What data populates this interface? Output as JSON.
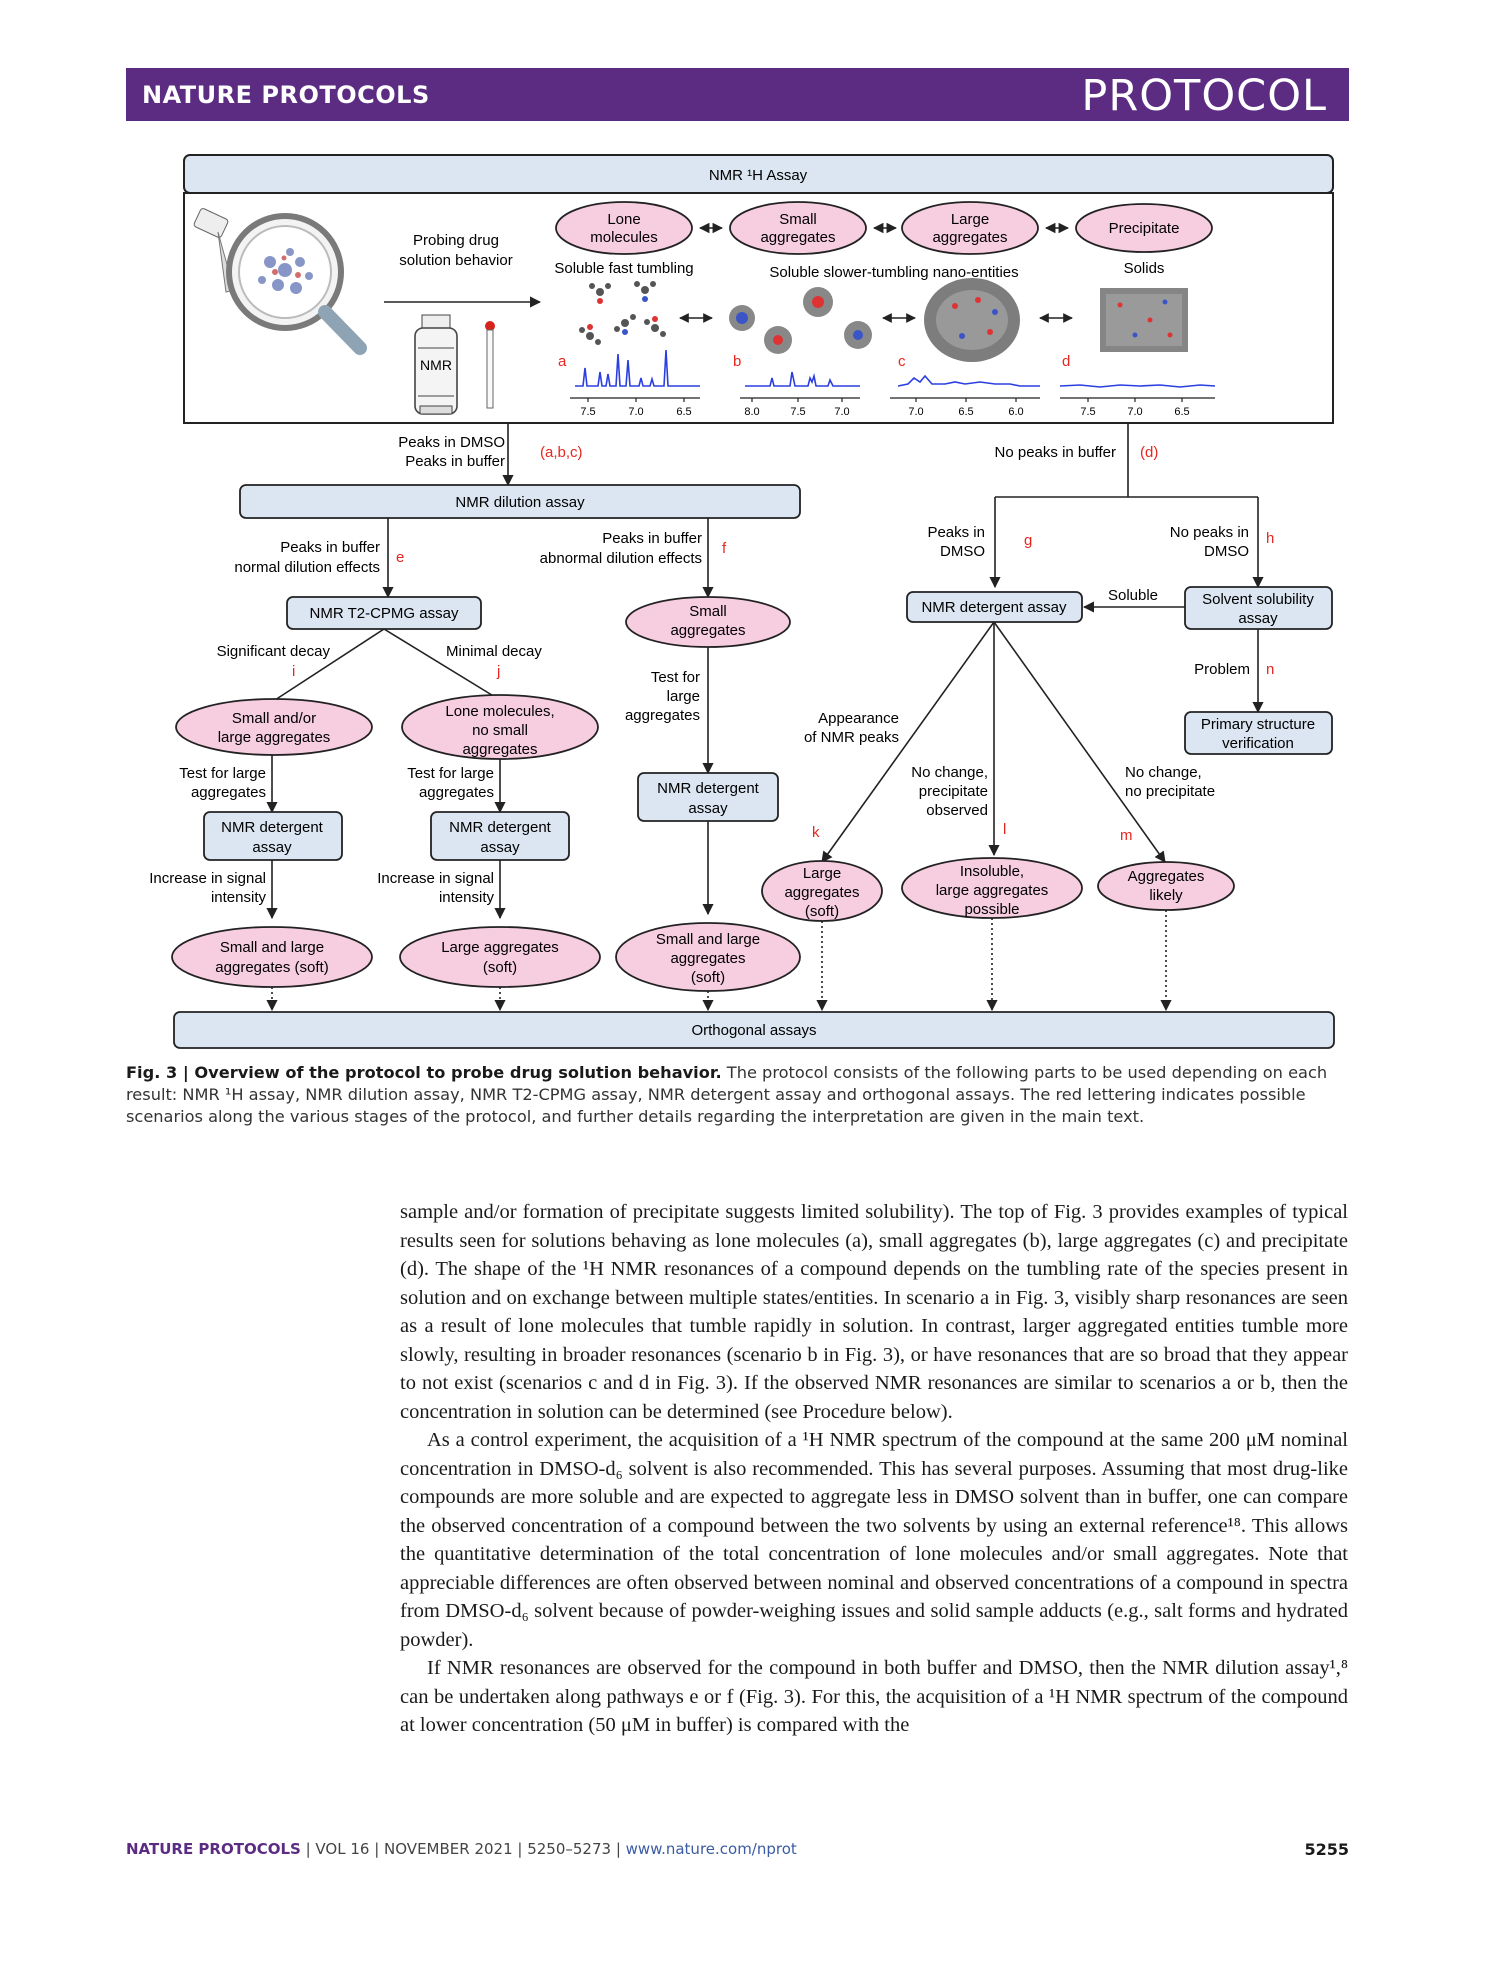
{
  "header": {
    "journal": "NATURE PROTOCOLS",
    "section": "PROTOCOL"
  },
  "figure": {
    "top_title": "NMR ¹H Assay",
    "probing_line1": "Probing drug",
    "probing_line2": "solution behavior",
    "nmr_label": "NMR",
    "state_lone_1": "Lone",
    "state_lone_2": "molecules",
    "state_small_1": "Small",
    "state_small_2": "aggregates",
    "state_large_1": "Large",
    "state_large_2": "aggregates",
    "state_precip": "Precipitate",
    "sub_fast": "Soluble fast tumbling",
    "sub_slow": "Soluble slower-tumbling nano-entities",
    "sub_solids": "Solids",
    "spec_a": "a",
    "spec_b": "b",
    "spec_c": "c",
    "spec_d": "d",
    "ticks_a": [
      "7.5",
      "7.0",
      "6.5"
    ],
    "ticks_b": [
      "8.0",
      "7.5",
      "7.0"
    ],
    "ticks_c": [
      "7.0",
      "6.5",
      "6.0"
    ],
    "ticks_d": [
      "7.5",
      "7.0",
      "6.5"
    ],
    "peaks_dmso": "Peaks in DMSO",
    "peaks_buffer": "Peaks in buffer",
    "abc": "(a,b,c)",
    "no_peaks_buffer": "No peaks in buffer",
    "d_label": "(d)",
    "dilution_assay": "NMR dilution assay",
    "normal_1": "Peaks in buffer",
    "normal_2": "normal dilution effects",
    "e": "e",
    "abnormal_1": "Peaks in buffer",
    "abnormal_2": "abnormal dilution effects",
    "f": "f",
    "g_1": "Peaks in",
    "g_2": "DMSO",
    "g": "g",
    "h_1": "No peaks in",
    "h_2": "DMSO",
    "h": "h",
    "t2": "NMR T2-CPMG assay",
    "small_agg_1": "Small",
    "small_agg_2": "aggregates",
    "detergent_top": "NMR detergent assay",
    "soluble": "Soluble",
    "solvent_1": "Solvent solubility",
    "solvent_2": "assay",
    "sig_decay": "Significant decay",
    "i": "i",
    "min_decay": "Minimal decay",
    "j": "j",
    "test_large_1": "Test for",
    "test_large_2": "large",
    "test_large_3": "aggregates",
    "problem": "Problem",
    "n": "n",
    "primary_1": "Primary structure",
    "primary_2": "verification",
    "sl_1": "Small and/or",
    "sl_2": "large aggregates",
    "lone_ns_1": "Lone molecules,",
    "lone_ns_2": "no small",
    "lone_ns_3": "aggregates",
    "appear_1": "Appearance",
    "appear_2": "of NMR peaks",
    "nochange_p_1": "No change,",
    "nochange_p_2": "precipitate",
    "nochange_p_3": "observed",
    "nochange_np_1": "No change,",
    "nochange_np_2": "no precipitate",
    "tfl_1": "Test for large",
    "tfl_2": "aggregates",
    "det_1": "NMR detergent",
    "det_2": "assay",
    "k": "k",
    "l": "l",
    "m": "m",
    "inc_1": "Increase in signal",
    "inc_2": "intensity",
    "la_soft_1": "Large",
    "la_soft_2": "aggregates",
    "la_soft_3": "(soft)",
    "insol_1": "Insoluble,",
    "insol_2": "large aggregates",
    "insol_3": "possible",
    "agg_likely_1": "Aggregates",
    "agg_likely_2": "likely",
    "sal_soft_1": "Small and large",
    "sal_soft_2": "aggregates (soft)",
    "large_soft_1": "Large aggregates",
    "large_soft_2": "(soft)",
    "sala_1": "Small and large",
    "sala_2": "aggregates",
    "sala_3": "(soft)",
    "orthogonal": "Orthogonal assays"
  },
  "caption": {
    "label": "Fig. 3 | Overview of the protocol to probe drug solution behavior.",
    "text": " The protocol consists of the following parts to be used depending on each result: NMR ¹H assay, NMR dilution assay, NMR T2-CPMG assay, NMR detergent assay and orthogonal assays. The red lettering indicates possible scenarios along the various stages of the protocol, and further details regarding the interpretation are given in the main text."
  },
  "body": {
    "p1": "sample and/or formation of precipitate suggests limited solubility). The top of Fig. 3 provides examples of typical results seen for solutions behaving as lone molecules (a), small aggregates (b), large aggregates (c) and precipitate (d). The shape of the ¹H NMR resonances of a compound depends on the tumbling rate of the species present in solution and on exchange between multiple states/entities. In scenario a in Fig. 3, visibly sharp resonances are seen as a result of lone molecules that tumble rapidly in solution. In contrast, larger aggregated entities tumble more slowly, resulting in broader resonances (scenario b in Fig. 3), or have resonances that are so broad that they appear to not exist (scenarios c and d in Fig. 3). If the observed NMR resonances are similar to scenarios a or b, then the concentration in solution can be determined (see Procedure below).",
    "p2": "As a control experiment, the acquisition of a ¹H NMR spectrum of the compound at the same 200 μM nominal concentration in DMSO-d₆ solvent is also recommended. This has several purposes. Assuming that most drug-like compounds are more soluble and are expected to aggregate less in DMSO solvent than in buffer, one can compare the observed concentration of a compound between the two solvents by using an external reference¹⁸. This allows the quantitative determination of the total concentration of lone molecules and/or small aggregates. Note that appreciable differences are often observed between nominal and observed concentrations of a compound in spectra from DMSO-d₆ solvent because of powder-weighing issues and solid sample adducts (e.g., salt forms and hydrated powder).",
    "p3": "If NMR resonances are observed for the compound in both buffer and DMSO, then the NMR dilution assay¹,⁸ can be undertaken along pathways e or f (Fig. 3). For this, the acquisition of a ¹H NMR spectrum of the compound at lower concentration (50 μM in buffer) is compared with the"
  },
  "footer": {
    "journal": "NATURE PROTOCOLS",
    "meta": " | VOL 16 | NOVEMBER 2021 | 5250–5273 | ",
    "url": "www.nature.com/nprot",
    "page": "5255"
  },
  "colors": {
    "banner": "#5b2c82",
    "box_fill": "#dbe6f2",
    "oval_fill": "#f7cde0",
    "red": "#e8251f",
    "spectrum": "#2b3fe0"
  }
}
